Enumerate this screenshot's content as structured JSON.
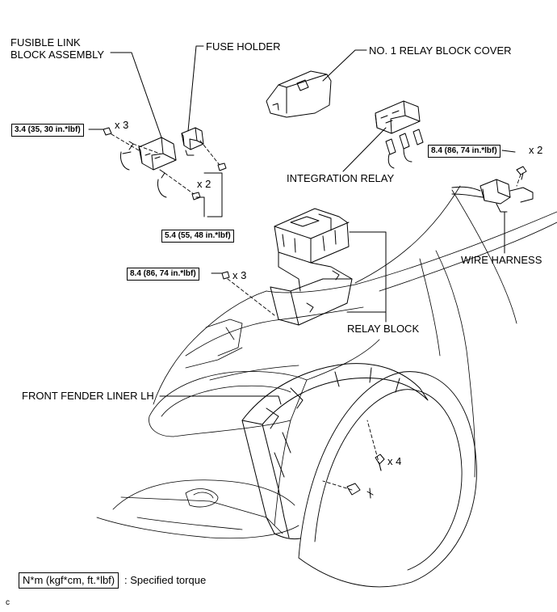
{
  "labels": {
    "fusible_link": "FUSIBLE LINK\nBLOCK ASSEMBLY",
    "fuse_holder": "FUSE HOLDER",
    "relay_block_cover": "NO. 1 RELAY BLOCK COVER",
    "integration_relay": "INTEGRATION RELAY",
    "wire_harness": "WIRE HARNESS",
    "relay_block": "RELAY BLOCK",
    "front_fender_liner": "FRONT FENDER LINER LH"
  },
  "torques": {
    "t1": "3.4 (35, 30 in.*lbf)",
    "t2": "5.4 (55, 48 in.*lbf)",
    "t3": "8.4 (86, 74 in.*lbf)",
    "t4": "8.4 (86, 74 in.*lbf)"
  },
  "quantities": {
    "q1": "x 3",
    "q2": "x 2",
    "q3": "x 3",
    "q4": "x 2",
    "q5": "x 4"
  },
  "legend": {
    "unit": "N*m (kgf*cm, ft.*lbf)",
    "text": ": Specified torque"
  },
  "corner_mark": "c"
}
